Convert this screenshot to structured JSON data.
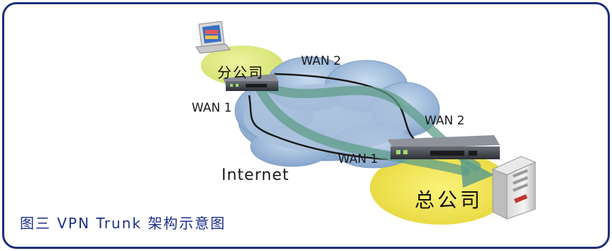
{
  "diagram": {
    "branch_label": "分公司",
    "hq_label": "总公司",
    "internet_label": "Internet",
    "branch_wan2": "WAN 2",
    "branch_wan1": "WAN 1",
    "hq_wan2": "WAN 2",
    "hq_wan1": "WAN 1",
    "caption": "图三 VPN Trunk 架构示意图"
  },
  "colors": {
    "frame_border": "#1d2f7a",
    "ellipse_fill": "#f2e95a",
    "cloud_fill": "#9eb8d6",
    "tunnel_arrow": "#5f9c8a",
    "caption_text": "#1d2f8a"
  }
}
